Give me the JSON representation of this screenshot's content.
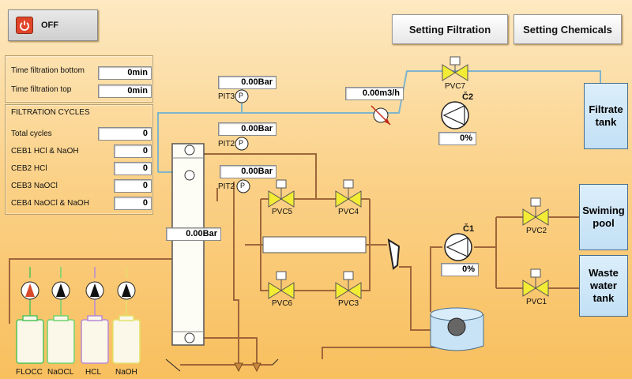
{
  "power_button": {
    "label": "OFF"
  },
  "buttons": {
    "setting_filtration": "Setting Filtration",
    "setting_chemicals": "Setting Chemicals"
  },
  "time_panel": {
    "bottom_label": "Time filtration bottom",
    "bottom_value": "0min",
    "top_label": "Time filtration top",
    "top_value": "0min"
  },
  "cycles_panel": {
    "title": "FILTRATION CYCLES",
    "rows": [
      {
        "label": "Total cycles",
        "value": "0"
      },
      {
        "label": "CEB1 HCl & NaOH",
        "value": "0"
      },
      {
        "label": "CEB2 HCl",
        "value": "0"
      },
      {
        "label": "CEB3 NaOCl",
        "value": "0"
      },
      {
        "label": "CEB4 NaOCl & NaOH",
        "value": "0"
      }
    ]
  },
  "pressure": {
    "pit3_label": "PIT3",
    "pit3_value": "0.00Bar",
    "pit2a_label": "PIT2",
    "pit2a_value": "0.00Bar",
    "pit2b_label": "PIT2",
    "pit2b_value": "0.00Bar",
    "filter_value": "0.00Bar",
    "gauge_letter": "P"
  },
  "flow": {
    "value": "0.00m3/h"
  },
  "pumps": {
    "c2_label": "Č2",
    "c2_value": "0%",
    "c1_label": "Č1",
    "c1_value": "0%"
  },
  "valves": {
    "pvc7": "PVC7",
    "pvc5": "PVC5",
    "pvc4": "PVC4",
    "pvc6": "PVC6",
    "pvc3": "PVC3",
    "pvc2": "PVC2",
    "pvc1": "PVC1"
  },
  "tanks": {
    "filtrate": "Filtrate tank",
    "swimming": "Swiming pool",
    "waste": "Waste water tank"
  },
  "chemicals": [
    "FLOCC",
    "NaOCL",
    "HCL",
    "NaOH"
  ],
  "colors": {
    "pipe_brown": "#a0663a",
    "pipe_blue": "#7fb5cc",
    "valve_yellow": "#f2ec35",
    "tank_blue": "#c8e3f6",
    "flocc_green": "#4fc45a",
    "naocl_green": "#6fd46f",
    "hcl_purple": "#b78ad6",
    "naoh_yellow": "#e2e26a"
  }
}
